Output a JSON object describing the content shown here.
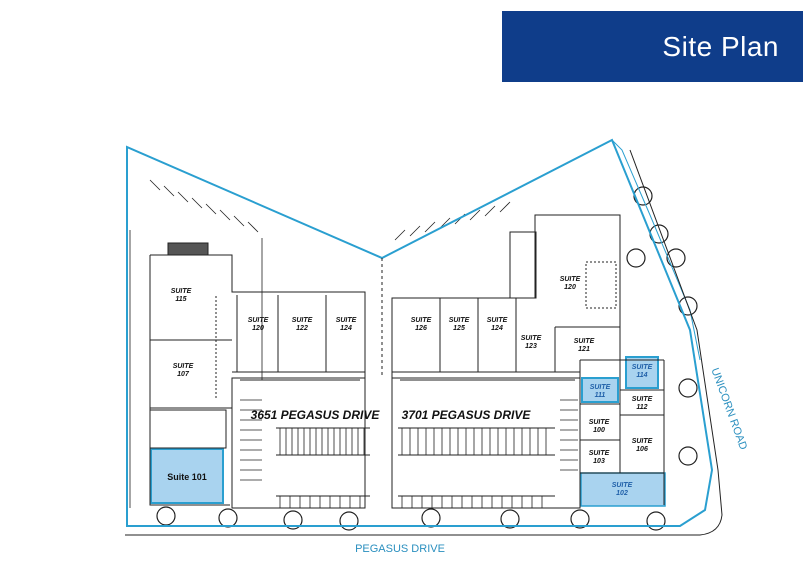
{
  "header": {
    "title": "Site Plan"
  },
  "colors": {
    "banner": "#0f3d8a",
    "boundary": "#2a9fd0",
    "highlight_fill": "#a9d3ef",
    "highlight_stroke": "#2a9fd0"
  },
  "roads": {
    "pegasus": "PEGASUS DRIVE",
    "unicorn": "UNICORN ROAD"
  },
  "buildings": {
    "west_address": "3651 PEGASUS DRIVE",
    "east_address": "3701 PEGASUS DRIVE"
  },
  "suites": {
    "s115": [
      "SUITE",
      "115"
    ],
    "s107": [
      "SUITE",
      "107"
    ],
    "s120w": [
      "SUITE",
      "120"
    ],
    "s122": [
      "SUITE",
      "122"
    ],
    "s124w": [
      "SUITE",
      "124"
    ],
    "s126": [
      "SUITE",
      "126"
    ],
    "s125": [
      "SUITE",
      "125"
    ],
    "s124e": [
      "SUITE",
      "124"
    ],
    "s123": [
      "SUITE",
      "123"
    ],
    "s120e": [
      "SUITE",
      "120"
    ],
    "s121": [
      "SUITE",
      "121"
    ],
    "s111": [
      "SUITE",
      "111"
    ],
    "s114": [
      "SUITE",
      "114"
    ],
    "s112": [
      "SUITE",
      "112"
    ],
    "s100": [
      "SUITE",
      "100"
    ],
    "s106": [
      "SUITE",
      "106"
    ],
    "s103": [
      "SUITE",
      "103"
    ],
    "s102": [
      "SUITE",
      "102"
    ],
    "s101": "Suite 101"
  }
}
